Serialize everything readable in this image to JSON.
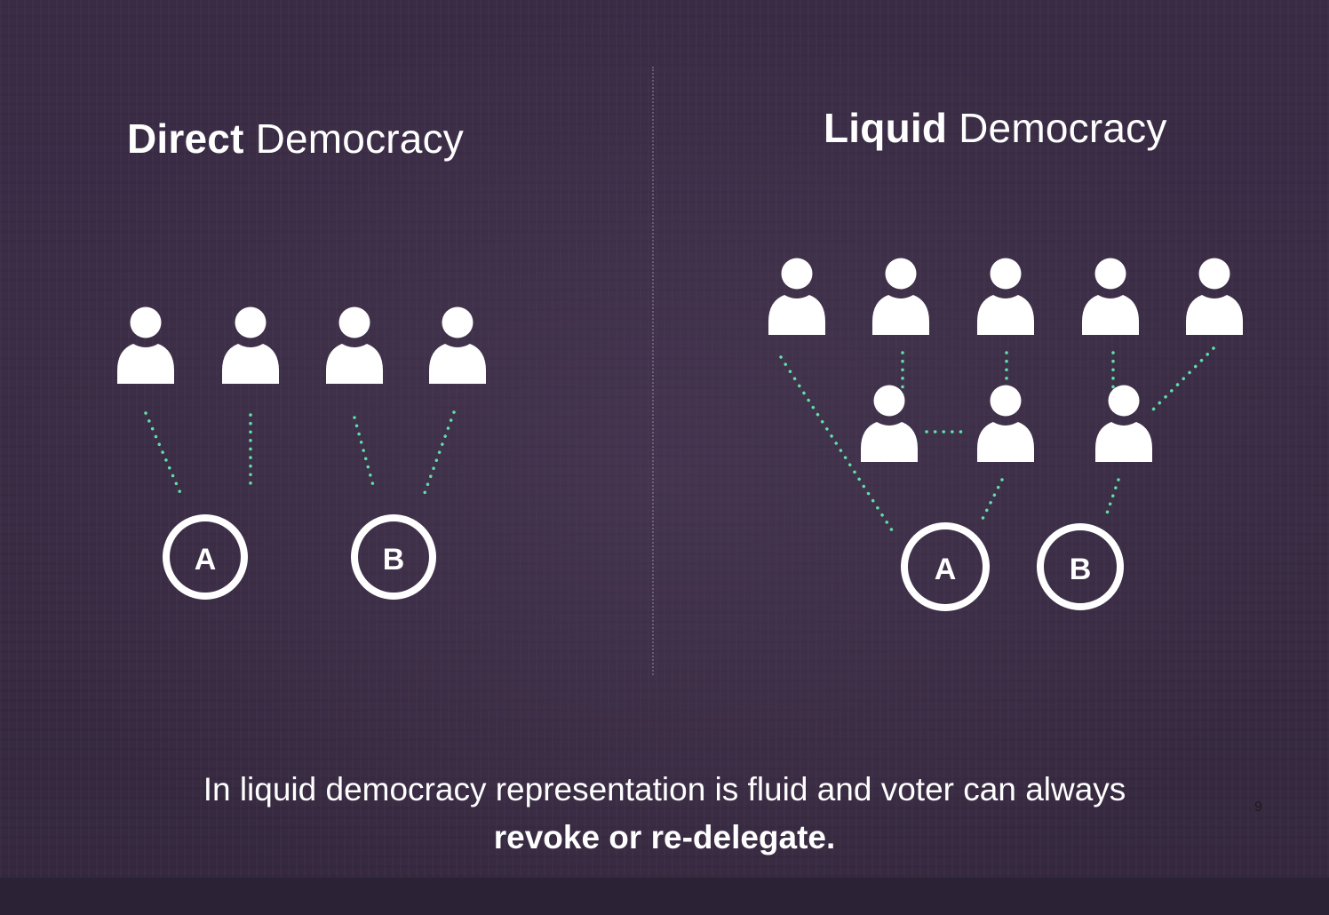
{
  "direct": {
    "title_bold": "Direct",
    "title_rest": " Democracy",
    "options": [
      "A",
      "B"
    ]
  },
  "liquid": {
    "title_bold": "Liquid",
    "title_rest": " Democracy",
    "options": [
      "A",
      "B"
    ]
  },
  "caption": {
    "line1": "In liquid democracy representation is fluid and voter can always",
    "line2": "revoke or re-delegate."
  },
  "page_number": "9",
  "colors": {
    "connector": "#5fe0a8",
    "icon": "#ffffff",
    "background": "#3a2c45"
  },
  "icons": {
    "voter": "person-icon",
    "option": "circle-letter-icon"
  }
}
